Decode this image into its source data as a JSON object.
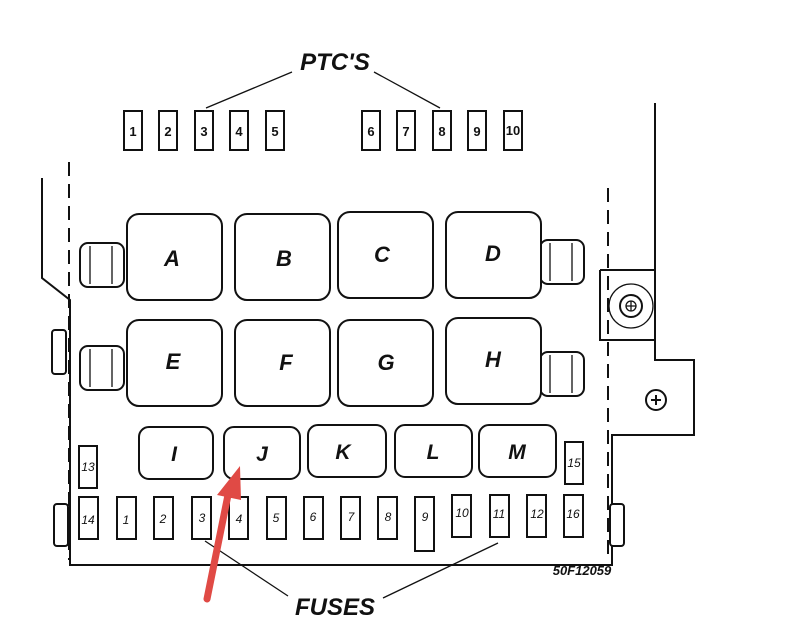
{
  "captions": {
    "ptc": "PTC'S",
    "fuses": "FUSES",
    "code": "50F12059"
  },
  "ptc_labels": [
    "1",
    "2",
    "3",
    "4",
    "5",
    "6",
    "7",
    "8",
    "9",
    "10"
  ],
  "large_relays": [
    "A",
    "B",
    "C",
    "D",
    "E",
    "F",
    "G",
    "H"
  ],
  "small_relays": [
    "I",
    "J",
    "K",
    "L",
    "M"
  ],
  "fuse_labels": {
    "left_upper": "13",
    "right_upper": "15",
    "bottom_row": [
      "14",
      "1",
      "2",
      "3",
      "4",
      "5",
      "6",
      "7",
      "8",
      "9",
      "10",
      "11",
      "12",
      "16"
    ]
  },
  "arrow": {
    "color": "#e04a45",
    "target": "J"
  },
  "colors": {
    "ink": "#111111",
    "arrow": "#e04a45"
  }
}
